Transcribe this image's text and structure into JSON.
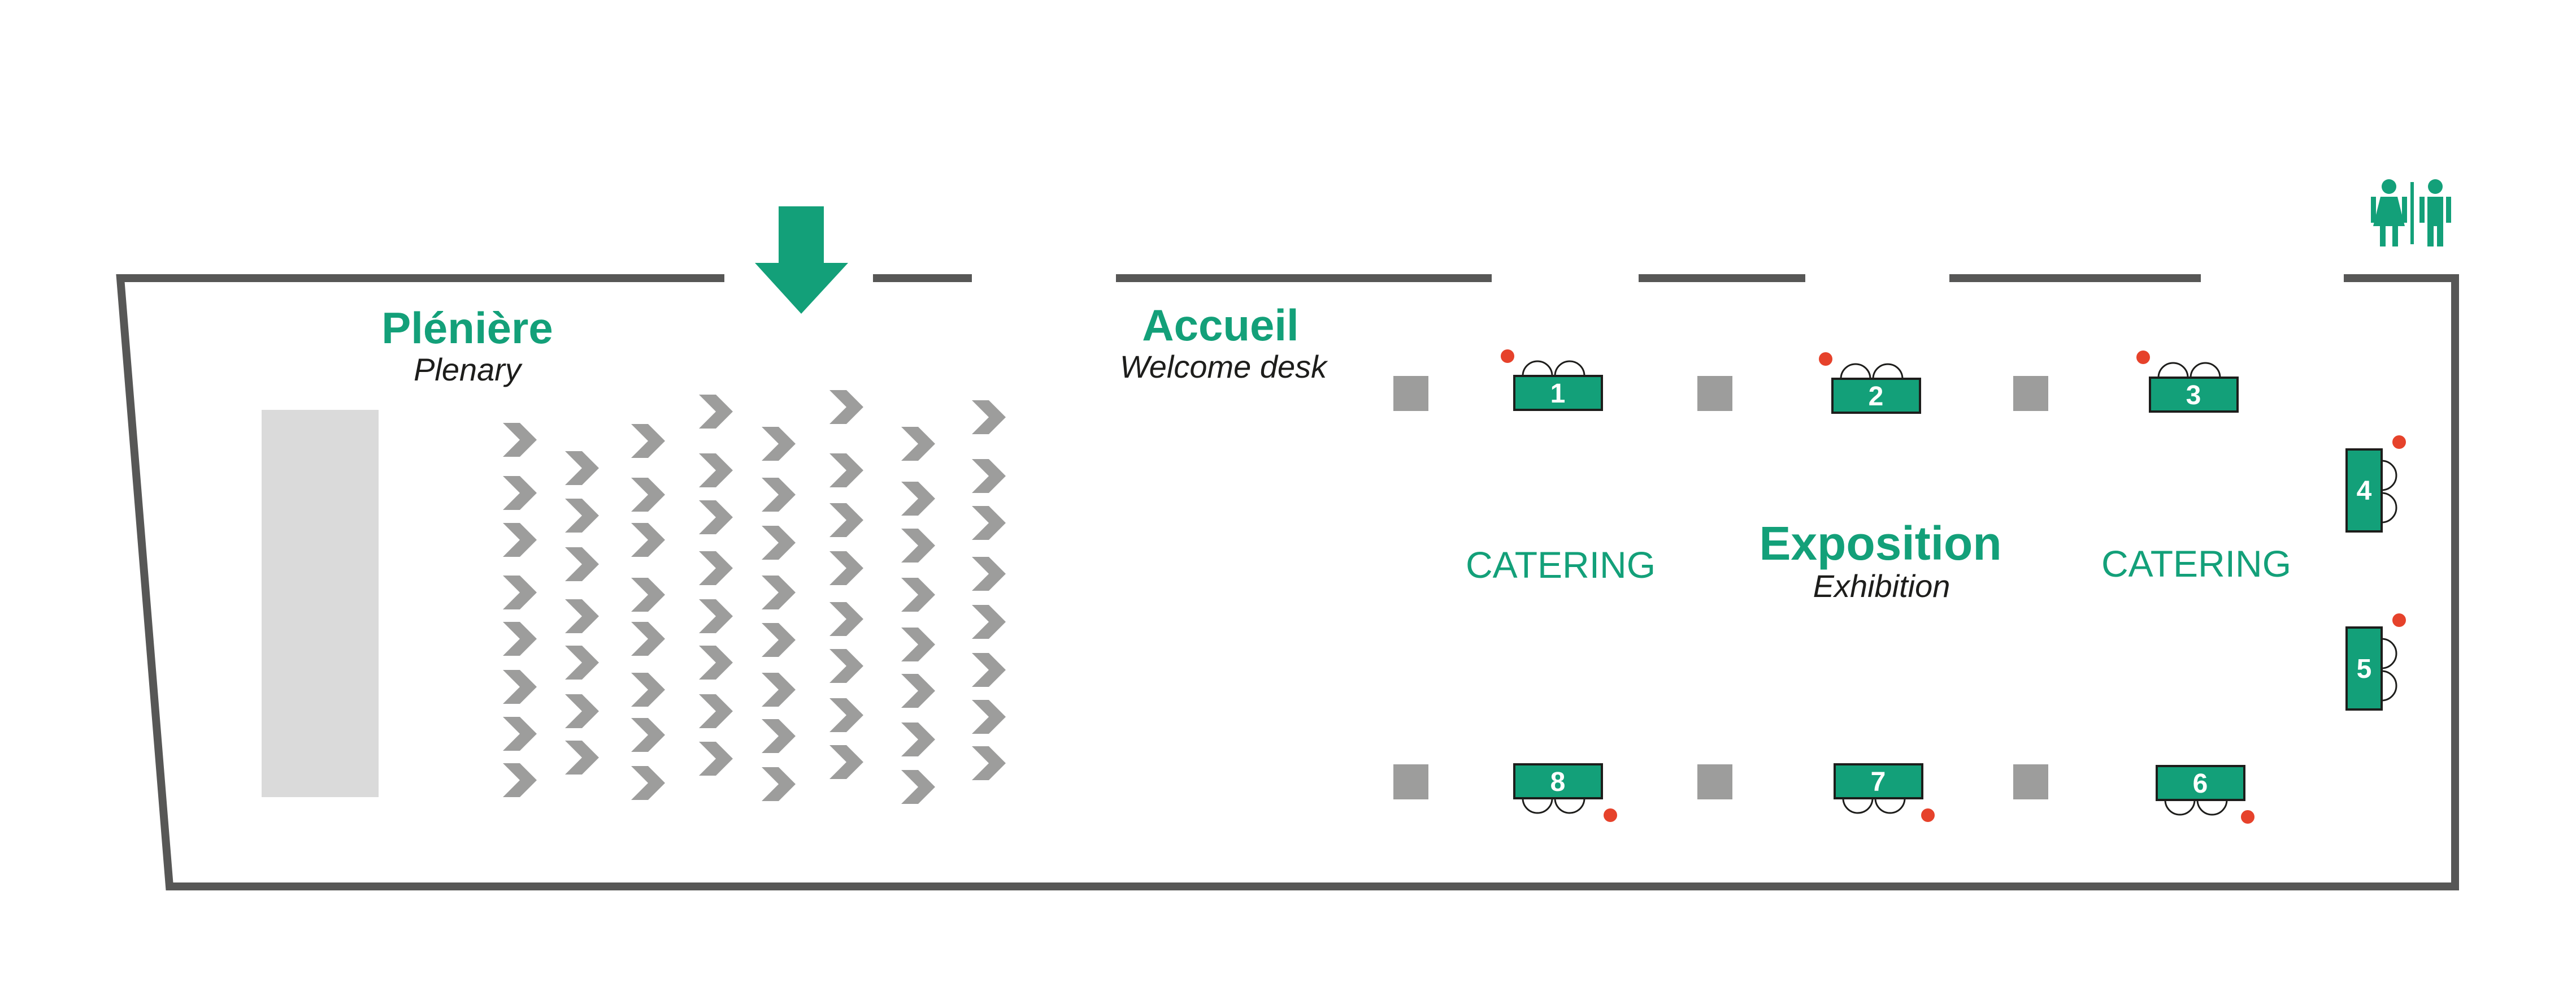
{
  "rooms": {
    "plenary": {
      "title": "Plénière",
      "subtitle": "Plenary"
    },
    "welcome": {
      "title": "Accueil",
      "subtitle": "Welcome desk"
    },
    "exhibition": {
      "title": "Exposition",
      "subtitle": "Exhibition"
    }
  },
  "catering": {
    "left": "CATERING",
    "right": "CATERING"
  },
  "booths": {
    "b1": "1",
    "b2": "2",
    "b3": "3",
    "b4": "4",
    "b5": "5",
    "b6": "6",
    "b7": "7",
    "b8": "8"
  },
  "icons": {
    "entrance": "arrow-down-icon",
    "restrooms": "restroom-icon",
    "seat": "chevron-right-icon",
    "booth_marker": "dot-icon",
    "pillar": "square-icon"
  },
  "colors": {
    "accent": "#13a079",
    "wall": "#575756",
    "seat": "#9d9d9c",
    "stage": "#dadada",
    "pillar": "#9d9d9c",
    "marker": "#e6422b"
  }
}
